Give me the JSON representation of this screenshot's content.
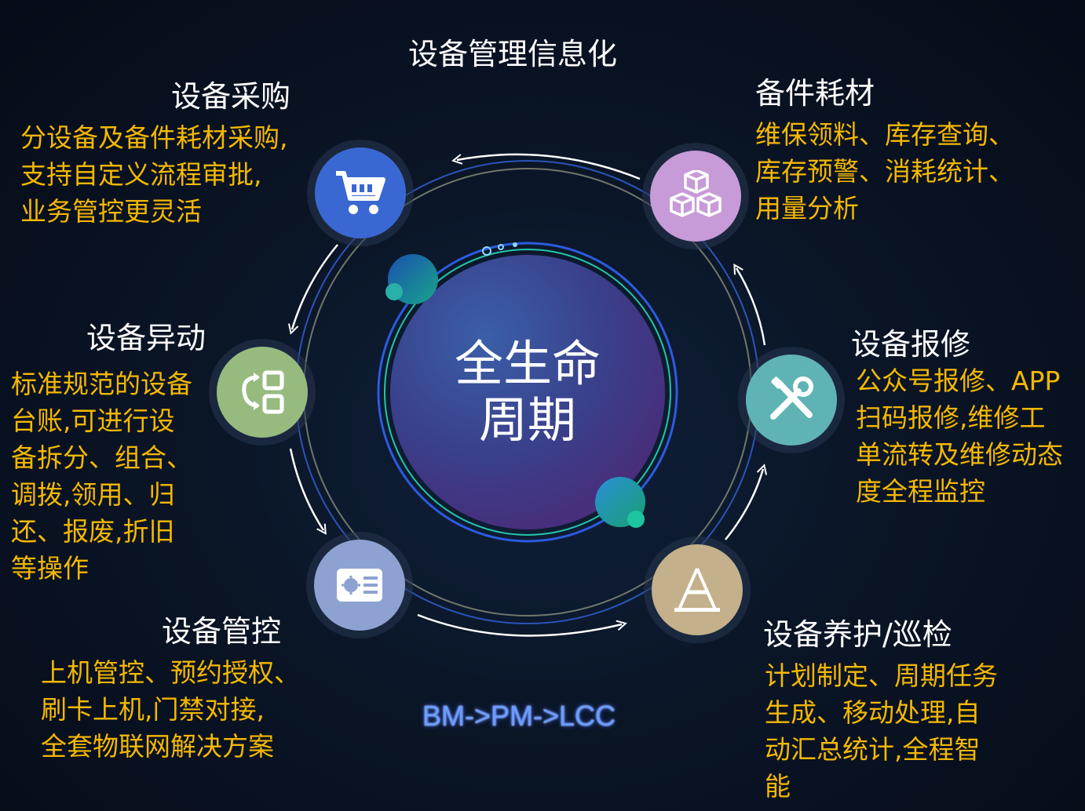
{
  "header": {
    "title": "设备管理信息化"
  },
  "center": {
    "line1": "全生命",
    "line2": "周期"
  },
  "footer": {
    "tag": "BM->PM->LCC"
  },
  "colors": {
    "title": "#ffffff",
    "desc": "#f5b800",
    "purchase": "#3a68d2",
    "spare": "#c79ad8",
    "repair": "#5fb3b4",
    "maintain": "#c4b08a",
    "control": "#8ea2d2",
    "change": "#97bb7f"
  },
  "sections": {
    "purchase": {
      "icon": "shopping-cart-icon",
      "title": "设备采购",
      "lines": [
        "分设备及备件耗材采购,",
        "支持自定义流程审批,",
        "业务管控更灵活"
      ]
    },
    "spare": {
      "icon": "cubes-icon",
      "title": "备件耗材",
      "lines": [
        "维保领料、库存查询、",
        "库存预警、消耗统计、",
        "用量分析"
      ]
    },
    "repair": {
      "icon": "tools-icon",
      "title": "设备报修",
      "lines": [
        "公众号报修、APP",
        "扫码报修,维修工",
        "单流转及维修动态",
        "度全程监控"
      ]
    },
    "maintain": {
      "icon": "traffic-cone-icon",
      "title": "设备养护/巡检",
      "lines": [
        "计划制定、周期任务",
        "生成、移动处理,自",
        "动汇总统计,全程智",
        "能"
      ]
    },
    "control": {
      "icon": "id-card-icon",
      "title": "设备管控",
      "lines": [
        "上机管控、预约授权、",
        "刷卡上机,门禁对接,",
        "全套物联网解决方案"
      ]
    },
    "change": {
      "icon": "transfer-icon",
      "title": "设备异动",
      "lines": [
        "标准规范的设备",
        "台账,可进行设",
        "备拆分、组合、",
        "调拨,领用、归",
        "还、报废,折旧",
        "等操作"
      ]
    }
  }
}
